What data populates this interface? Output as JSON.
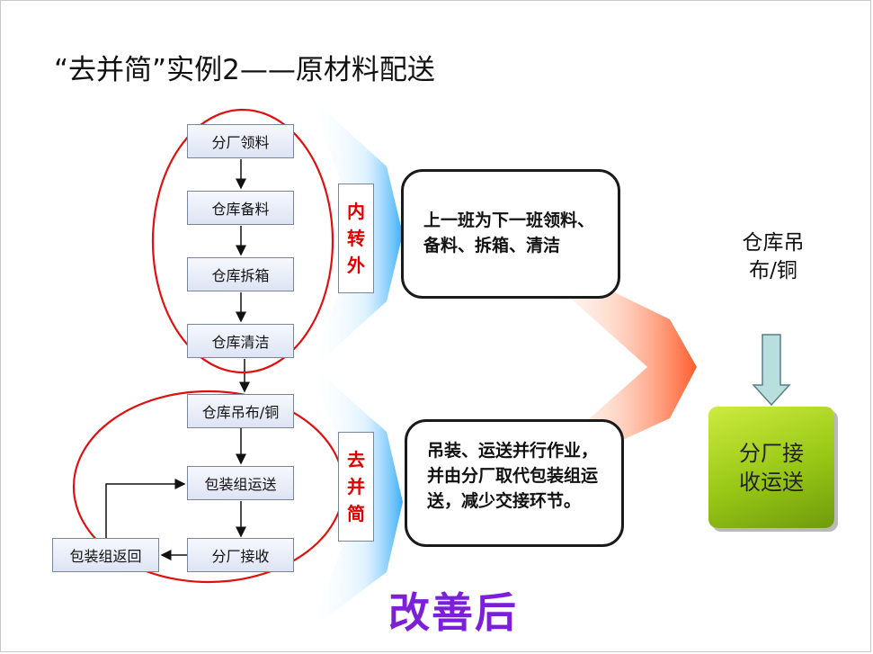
{
  "title": "“去并简”实例2——原材料配送",
  "flow": {
    "internal": [
      "分厂领料",
      "仓库备料",
      "仓库拆箱",
      "仓库清洁"
    ],
    "simplified": [
      "仓库吊布/铜",
      "包装组运送",
      "分厂接收"
    ],
    "return_box": "包装组返回"
  },
  "labels": {
    "internal_to_external": [
      "内",
      "转",
      "外"
    ],
    "merge_simplify": [
      "去",
      "并",
      "简"
    ]
  },
  "descriptions": {
    "internal": "上一班为下一班领料、备料、拆箱、清洁",
    "simplified": "吊装、运送并行作业，并由分厂取代包装组运送，减少交接环节。"
  },
  "side_note": [
    "仓库吊",
    "布/铜"
  ],
  "result_box": [
    "分厂接",
    "收运送"
  ],
  "footer": "改善后",
  "colors": {
    "ellipse": "#e01010",
    "vertical_label_text": "#e00000",
    "footer_text": "#7b1fd8",
    "result_box": "#98c716",
    "down_arrow": "#b9dede",
    "blue_chevron": "#2aa5f5",
    "red_chevron": "#ff5a1e"
  }
}
